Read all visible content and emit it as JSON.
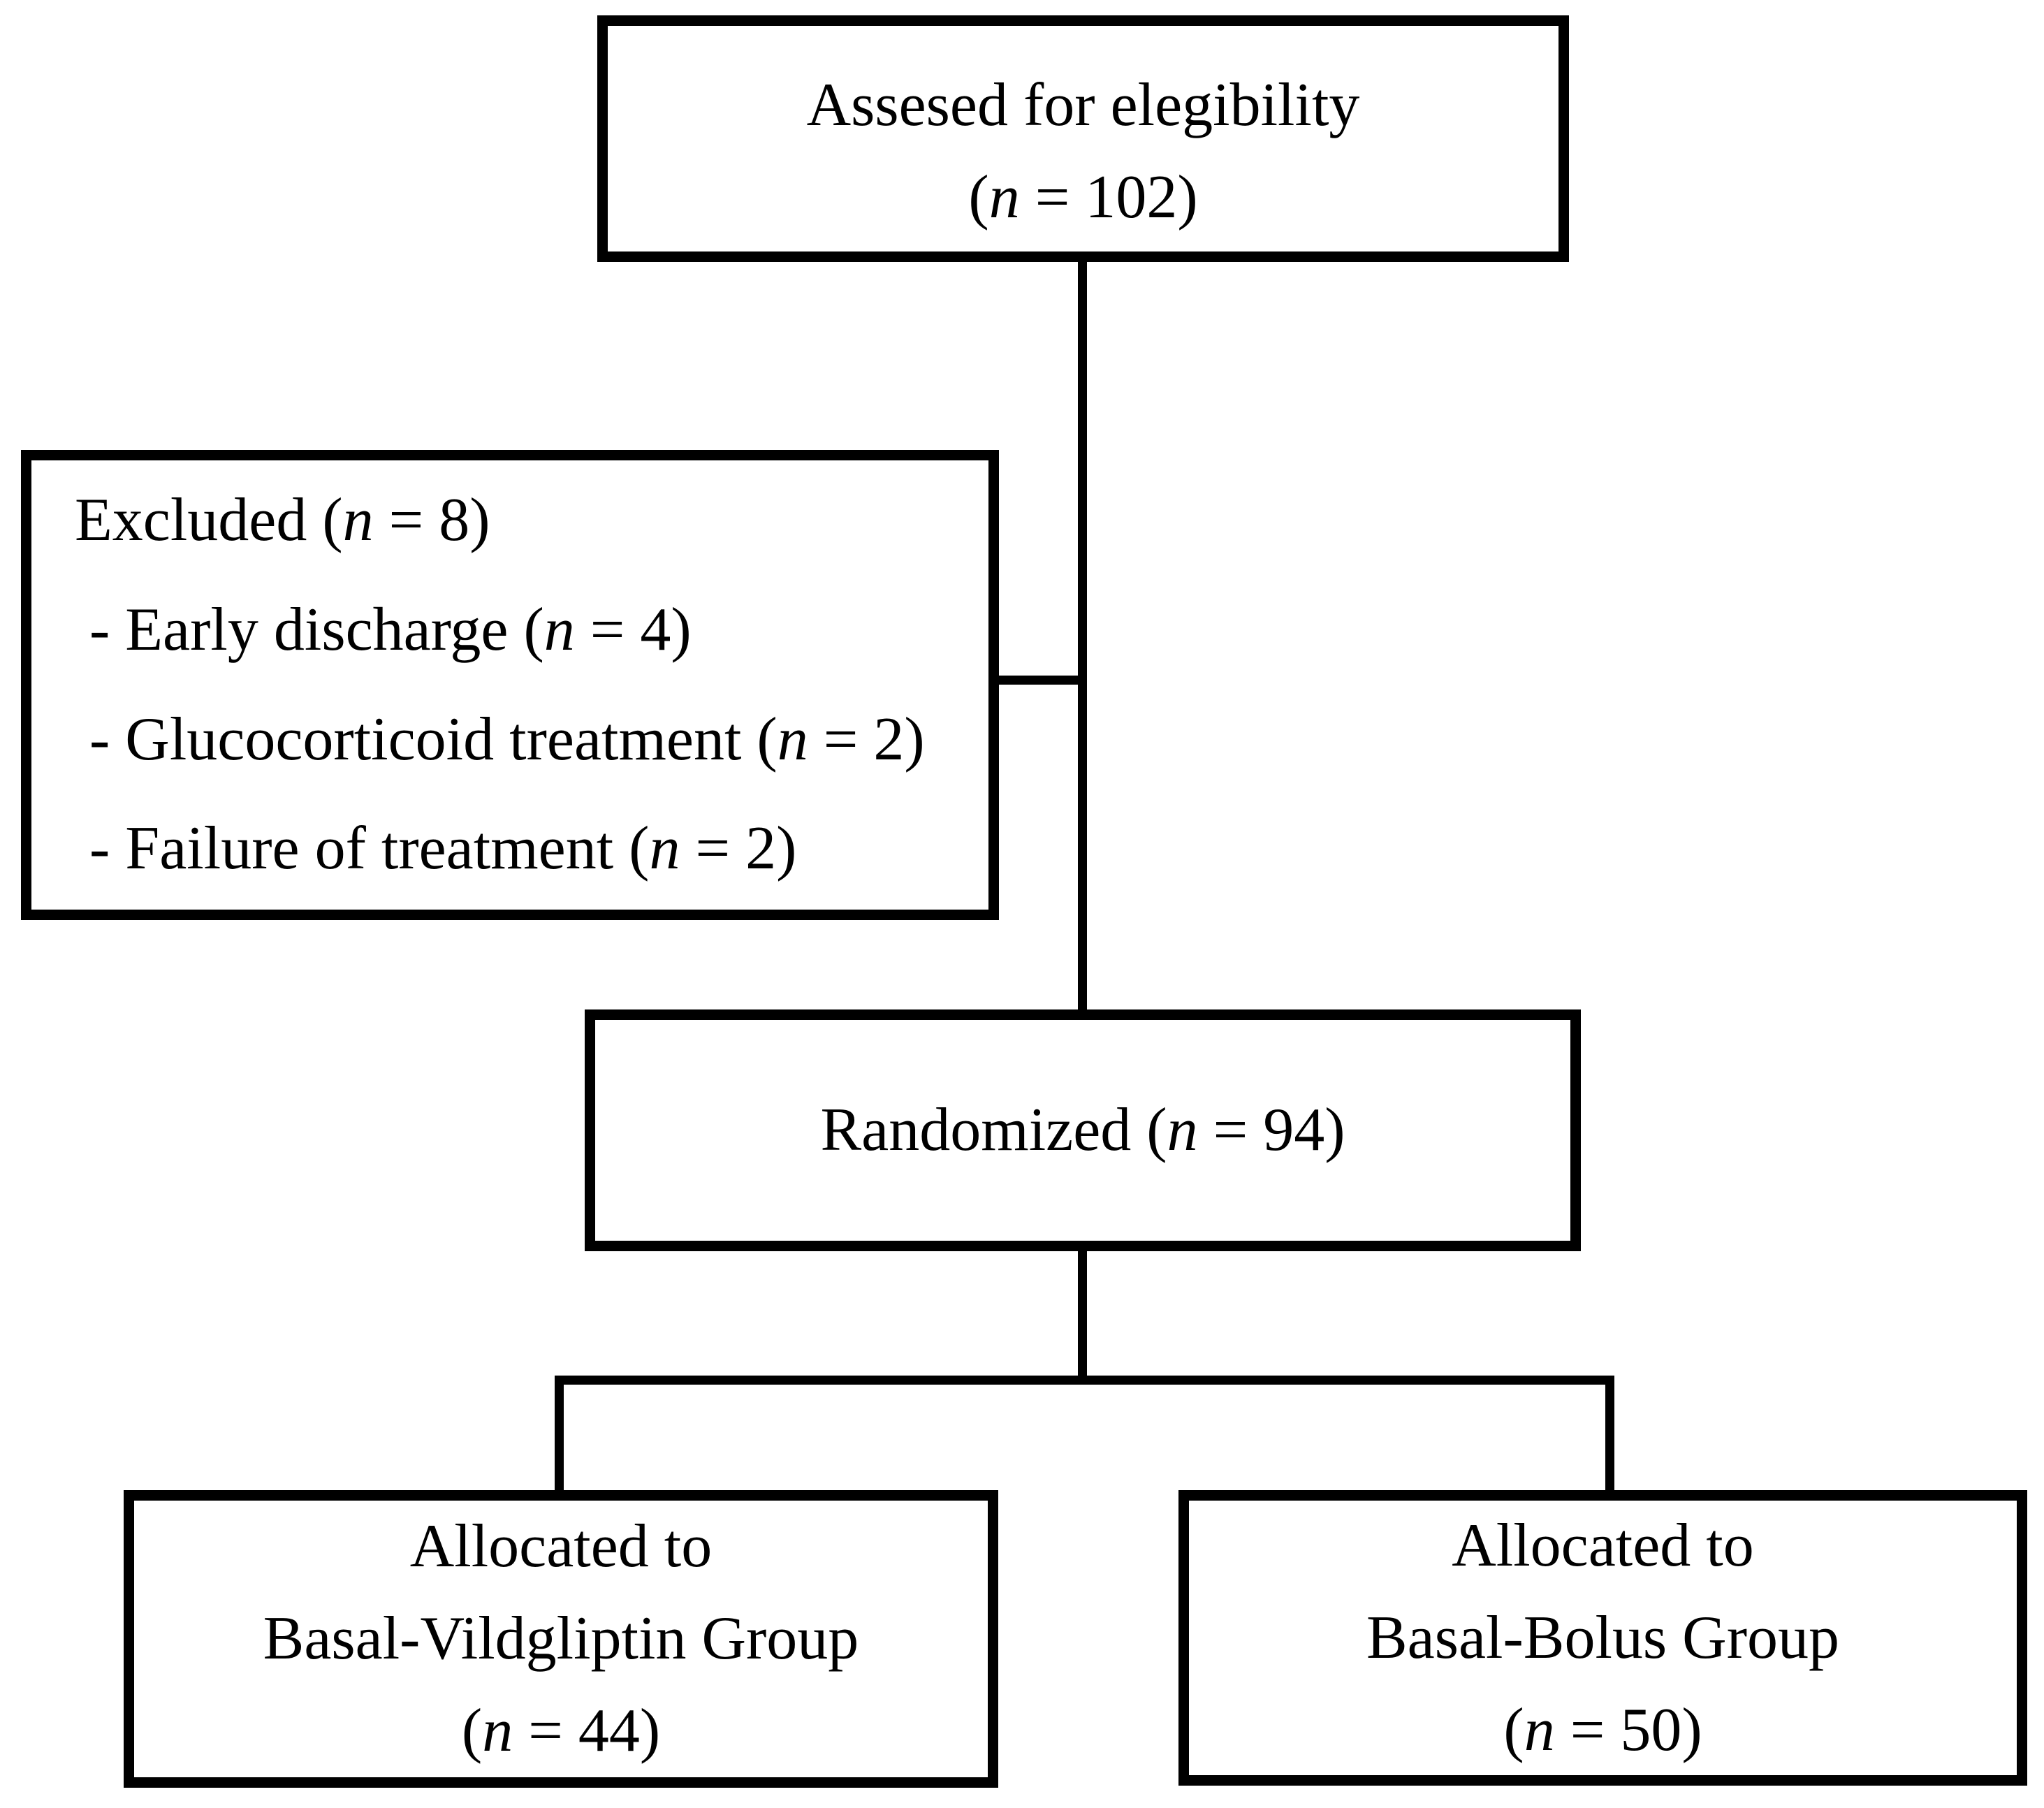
{
  "colors": {
    "stroke": "#000000",
    "text": "#000000",
    "background": "#ffffff"
  },
  "boxes": {
    "assessed": {
      "lines": [
        {
          "pre": "Assesed for elegibility",
          "n": "",
          "post": ""
        },
        {
          "pre": "(",
          "n": "n",
          "post": " = 102)"
        }
      ]
    },
    "excluded": {
      "lines": [
        {
          "pre": "Excluded (",
          "n": "n",
          "post": " = 8)"
        },
        {
          "pre": "- Early discharge (",
          "n": "n",
          "post": " = 4)"
        },
        {
          "pre": "- Glucocorticoid treatment (",
          "n": "n",
          "post": " = 2)"
        },
        {
          "pre": "- Failure of treatment (",
          "n": "n",
          "post": " = 2)"
        }
      ]
    },
    "randomized": {
      "lines": [
        {
          "pre": "Randomized (",
          "n": "n",
          "post": " = 94)"
        }
      ]
    },
    "allocated_vildgliptin": {
      "lines": [
        {
          "pre": "Allocated to",
          "n": "",
          "post": ""
        },
        {
          "pre": "Basal-Vildgliptin Group",
          "n": "",
          "post": ""
        },
        {
          "pre": "(",
          "n": "n",
          "post": " = 44)"
        }
      ]
    },
    "allocated_bolus": {
      "lines": [
        {
          "pre": "Allocated to",
          "n": "",
          "post": ""
        },
        {
          "pre": "Basal-Bolus Group",
          "n": "",
          "post": ""
        },
        {
          "pre": "(",
          "n": "n",
          "post": " = 50)"
        }
      ]
    }
  }
}
